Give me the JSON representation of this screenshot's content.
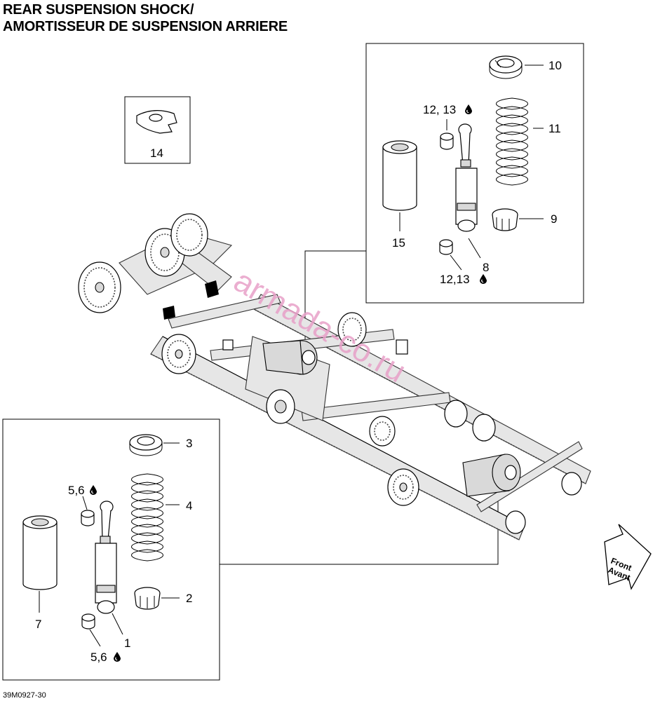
{
  "title": {
    "line1": "REAR SUSPENSION SHOCK/",
    "line2": "AMORTISSEUR DE SUSPENSION ARRIERE"
  },
  "callouts": {
    "c1": "1",
    "c2": "2",
    "c3": "3",
    "c4": "4",
    "c56_top": "5,6",
    "c56_bottom": "5,6",
    "c7": "7",
    "c8": "8",
    "c9": "9",
    "c10": "10",
    "c11": "11",
    "c1213_top": "12, 13",
    "c1213_bottom": "12,13",
    "c14": "14",
    "c15": "15"
  },
  "front_arrow": {
    "line1": "Front",
    "line2": "Avant"
  },
  "watermark": "armada-co.ru",
  "figure_code": "39M0927-30",
  "icons": [
    "oil-drop-icon",
    "front-arrow-icon"
  ]
}
